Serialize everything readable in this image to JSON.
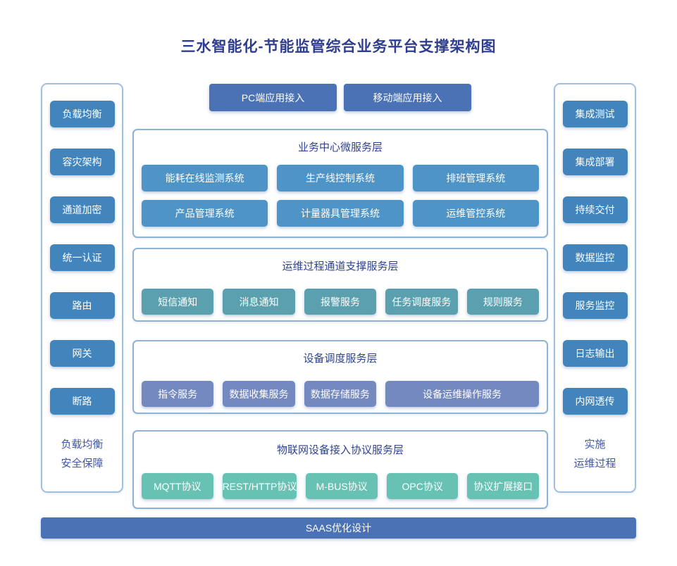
{
  "title": "三水智能化-节能监管综合业务平台支撑架构图",
  "top_buttons": [
    "PC端应用接入",
    "移动端应用接入"
  ],
  "left_panel": {
    "items": [
      "负载均衡",
      "容灾架构",
      "通道加密",
      "统一认证",
      "路由",
      "网关",
      "断路"
    ],
    "footer_lines": [
      "负载均衡",
      "安全保障"
    ]
  },
  "right_panel": {
    "items": [
      "集成测试",
      "集成部署",
      "持续交付",
      "数据监控",
      "服务监控",
      "日志输出",
      "内网透传"
    ],
    "footer_lines": [
      "实施",
      "运维过程"
    ]
  },
  "sections": [
    {
      "title": "业务中心微服务层",
      "rows": [
        [
          "能耗在线监测系统",
          "生产线控制系统",
          "排班管理系统"
        ],
        [
          "产品管理系统",
          "计量器具管理系统",
          "运维管控系统"
        ]
      ]
    },
    {
      "title": "运维过程通道支撑服务层",
      "rows": [
        [
          "短信通知",
          "消息通知",
          "报警服务",
          "任务调度服务",
          "规则服务"
        ]
      ]
    },
    {
      "title": "设备调度服务层",
      "rows": [
        [
          "指令服务",
          "数据收集服务",
          "数据存储服务",
          "设备运维操作服务"
        ]
      ]
    },
    {
      "title": "物联网设备接入协议服务层",
      "rows": [
        [
          "MQTT协议",
          "REST/HTTP协议",
          "M-BUS协议",
          "OPC协议",
          "协议扩展接口"
        ]
      ]
    }
  ],
  "bottom_bar": {
    "label": "SAAS优化设计"
  },
  "colors": {
    "title_text": "#2e3d8f",
    "section_title_text": "#2f4391",
    "sidebar_button": "#4285bd",
    "primary_button": "#4a72b5",
    "business_button": "#4f94c7",
    "channel_button": "#5ba0af",
    "device_button": "#7589c1",
    "protocol_button": "#68c2b4",
    "panel_border": "#9ec1e0"
  }
}
